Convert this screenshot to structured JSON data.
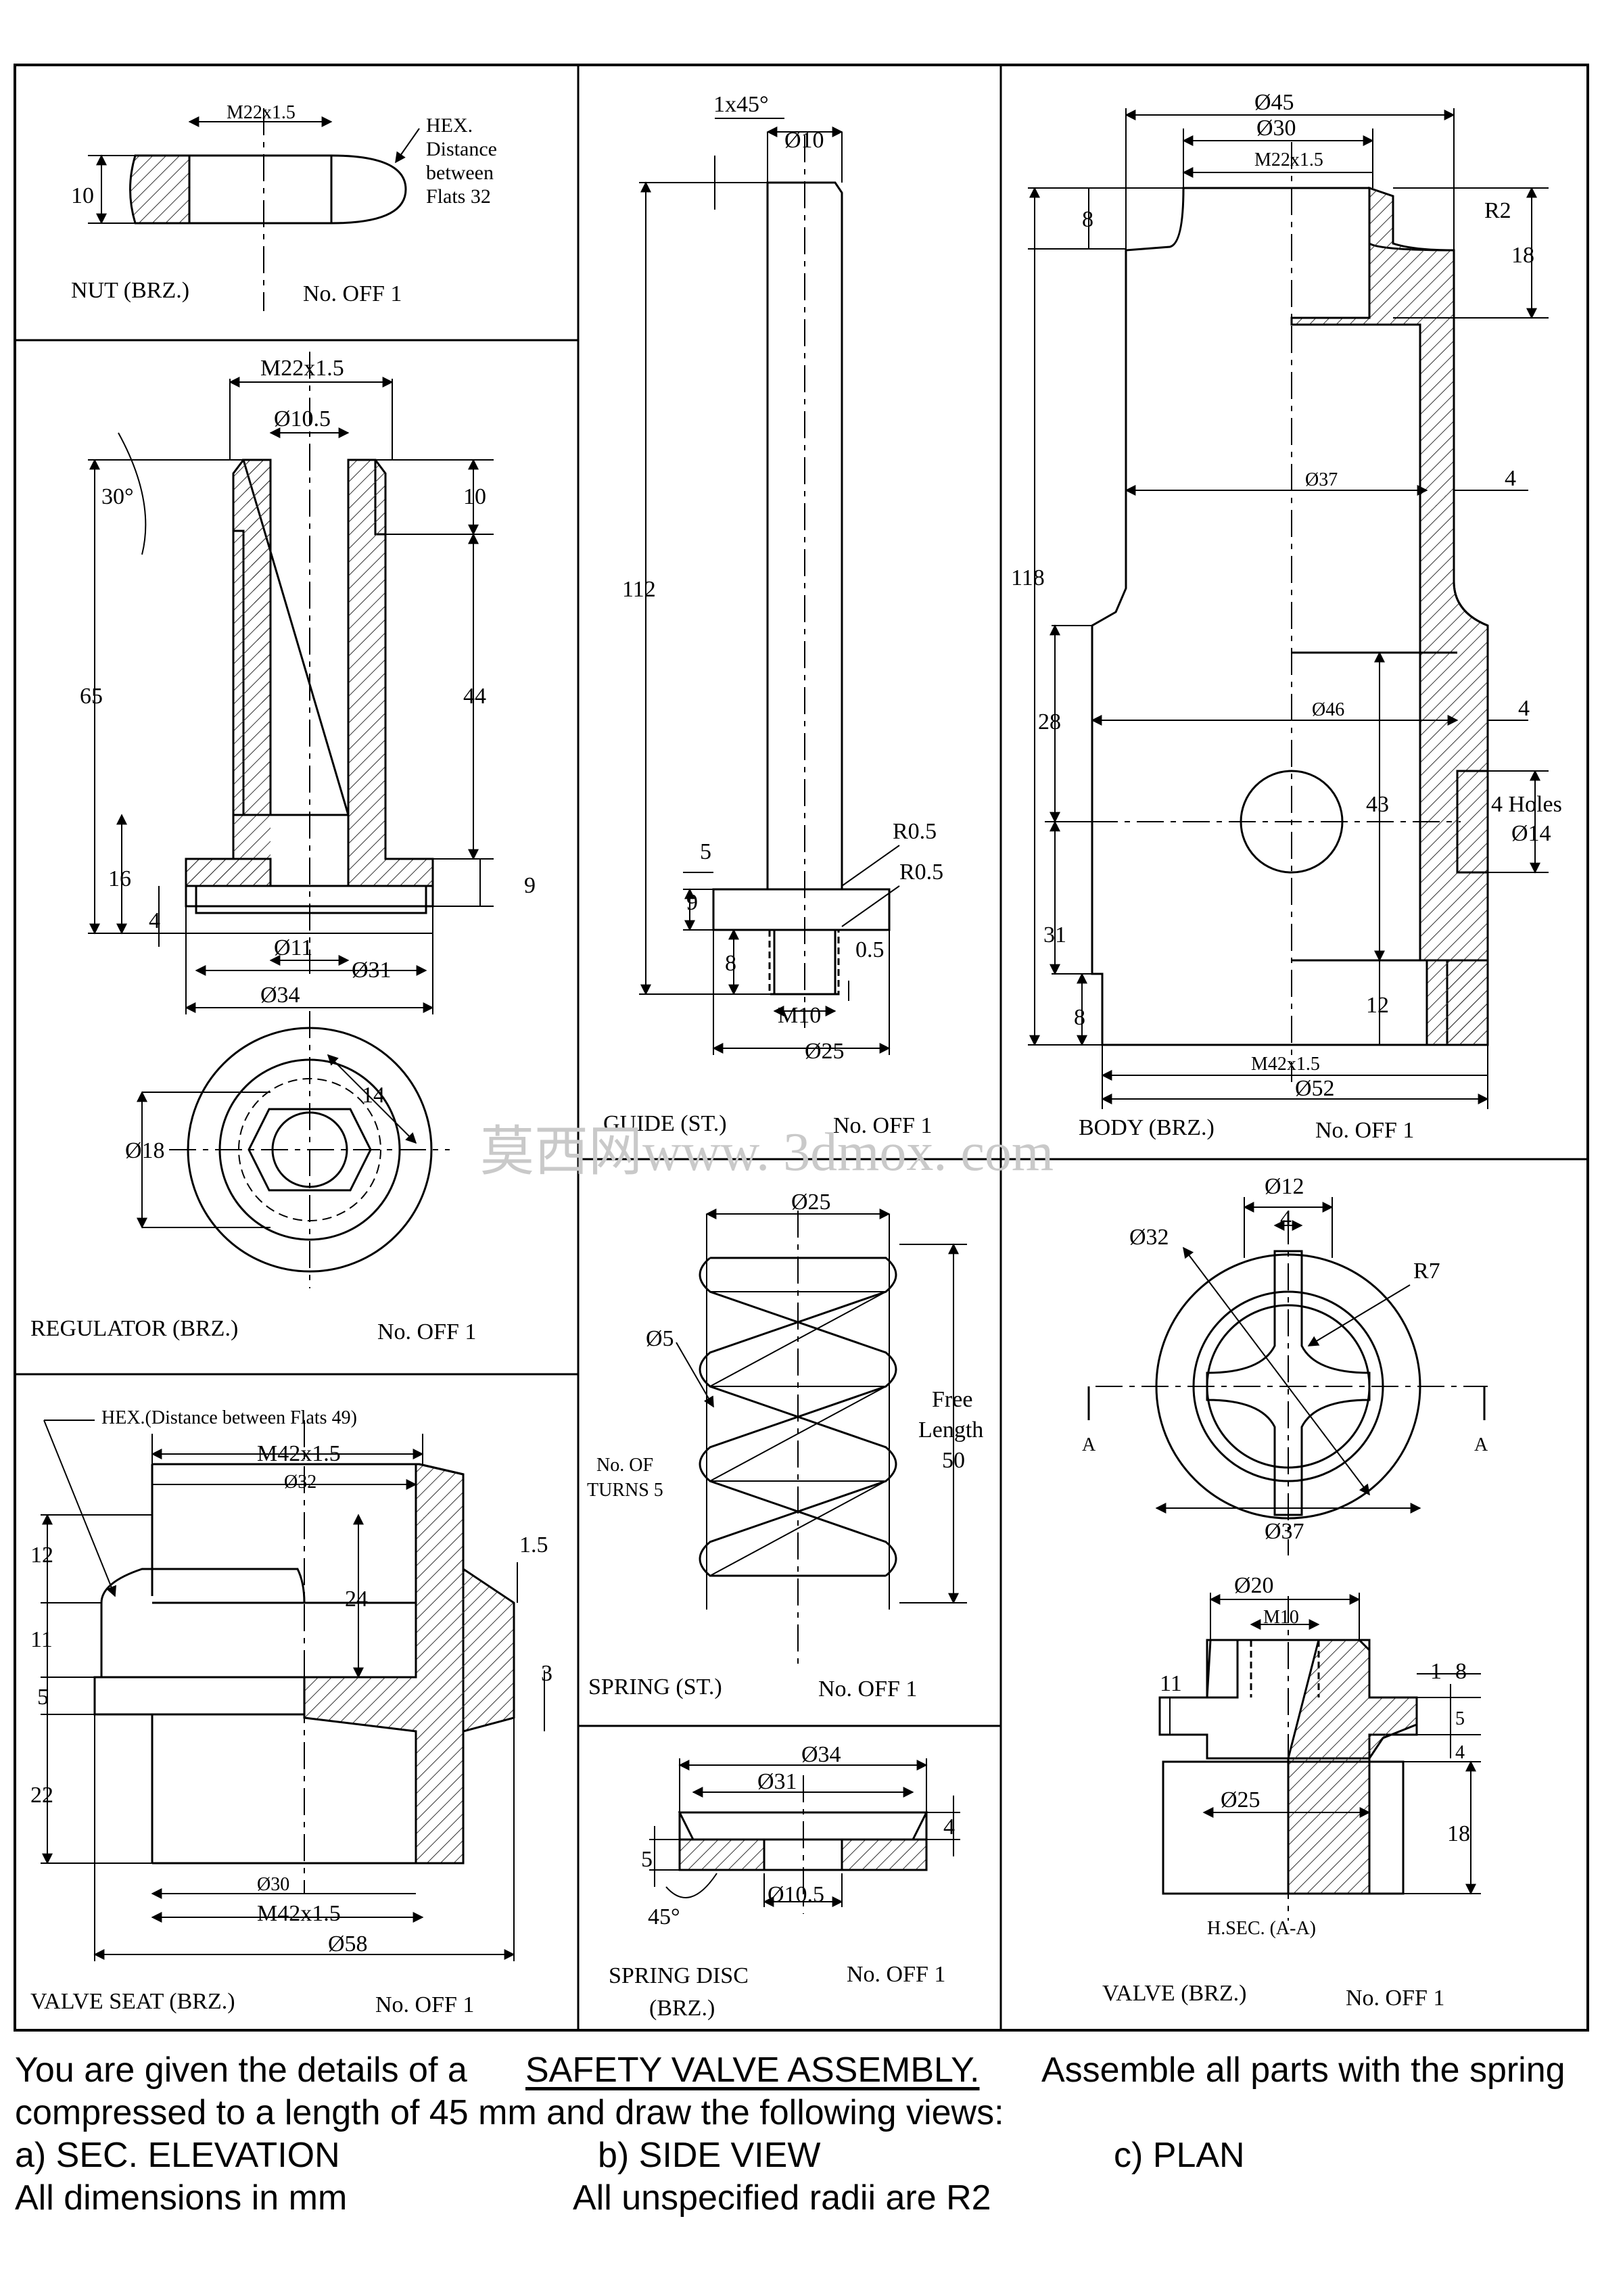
{
  "parts": {
    "nut": {
      "title": "NUT (BRZ.)",
      "qty": "No. OFF 1",
      "thread": "M22x1.5",
      "hex_note_1": "HEX.",
      "hex_note_2": "Distance",
      "hex_note_3": "between",
      "hex_note_4": "Flats 32",
      "height": "10"
    },
    "guide": {
      "title": "GUIDE (ST.)",
      "qty": "No. OFF 1",
      "chamfer": "1x45°",
      "dia_stem": "Ø10",
      "length": "112",
      "r1": "R0.5",
      "r2": "R0.5",
      "dim_5": "5",
      "dim_9": "9",
      "dim_8": "8",
      "dim_05": "0.5",
      "thread": "M10",
      "dia_flange": "Ø25"
    },
    "body": {
      "title": "BODY (BRZ.)",
      "qty": "No. OFF 1",
      "dia_45": "Ø45",
      "dia_30": "Ø30",
      "thread_top": "M22x1.5",
      "dim_8": "8",
      "r2": "R2",
      "dim_18": "18",
      "dia_37": "Ø37",
      "wall_4a": "4",
      "height_118": "118",
      "dim_28": "28",
      "dia_46": "Ø46",
      "wall_4b": "4",
      "dim_43": "43",
      "holes_1": "4 Holes",
      "holes_2": "Ø14",
      "dim_31": "31",
      "dim_12": "12",
      "dim_8b": "8",
      "thread_bottom": "M42x1.5",
      "dia_52": "Ø52"
    },
    "regulator": {
      "title": "REGULATOR (BRZ.)",
      "qty": "No. OFF 1",
      "thread": "M22x1.5",
      "dia_bore": "Ø10.5",
      "angle": "30°",
      "dim_10": "10",
      "dim_65": "65",
      "dim_44": "44",
      "dim_16": "16",
      "dim_4": "4",
      "dim_9": "9",
      "dia_11": "Ø11",
      "dia_31": "Ø31",
      "dia_34": "Ø34",
      "hex_14": "14",
      "dia_18": "Ø18"
    },
    "spring": {
      "title": "SPRING (ST.)",
      "qty": "No. OFF 1",
      "dia_coil": "Ø25",
      "dia_wire": "Ø5",
      "turns_1": "No. OF",
      "turns_2": "TURNS 5",
      "free_1": "Free",
      "free_2": "Length",
      "free_3": "50"
    },
    "valve": {
      "title": "VALVE (BRZ.)",
      "qty": "No. OFF 1",
      "dia_12": "Ø12",
      "dim_4": "4",
      "dia_32": "Ø32",
      "r7": "R7",
      "sec_a1": "A",
      "sec_a2": "A",
      "dia_37": "Ø37",
      "dia_20": "Ø20",
      "thread": "M10",
      "dim_11": "11",
      "dim_1": "1",
      "dim_8": "8",
      "dim_5": "5",
      "dim_4b": "4",
      "dia_25": "Ø25",
      "dim_18": "18",
      "section_note": "H.SEC. (A-A)"
    },
    "valve_seat": {
      "title": "VALVE SEAT (BRZ.)",
      "qty": "No. OFF 1",
      "hex_note": "HEX.(Distance between Flats 49)",
      "thread_top": "M42x1.5",
      "dia_32": "Ø32",
      "dim_12": "12",
      "dim_15": "1.5",
      "dim_24": "24",
      "dim_11": "11",
      "dim_3": "3",
      "dim_5": "5",
      "dim_22": "22",
      "dia_30": "Ø30",
      "thread_bottom": "M42x1.5",
      "dia_58": "Ø58"
    },
    "spring_disc": {
      "title_1": "SPRING DISC",
      "title_2": "(BRZ.)",
      "qty": "No. OFF 1",
      "dia_34": "Ø34",
      "dia_31": "Ø31",
      "dim_4": "4",
      "dim_5": "5",
      "angle": "45°",
      "dia_bore": "Ø10.5"
    }
  },
  "watermark": "莫西网www. 3dmox. com",
  "instructions": {
    "line1_a": "You are given the details of  a",
    "line1_b": "SAFETY  VALVE ASSEMBLY.",
    "line1_c": "Assemble all parts  with the spring",
    "line2": "compressed to a length of 45 mm and    draw  the following views:",
    "line3_a": "a) SEC. ELEVATION",
    "line3_b": "b) SIDE VIEW",
    "line3_c": "c) PLAN",
    "line4_a": "All dimensions in mm",
    "line4_b": "All unspecified radii are R2"
  },
  "colors": {
    "line": "#000000",
    "hatch": "#333333",
    "arrow_accent": "#1a8fb3",
    "watermark": "#c9c9c9"
  }
}
